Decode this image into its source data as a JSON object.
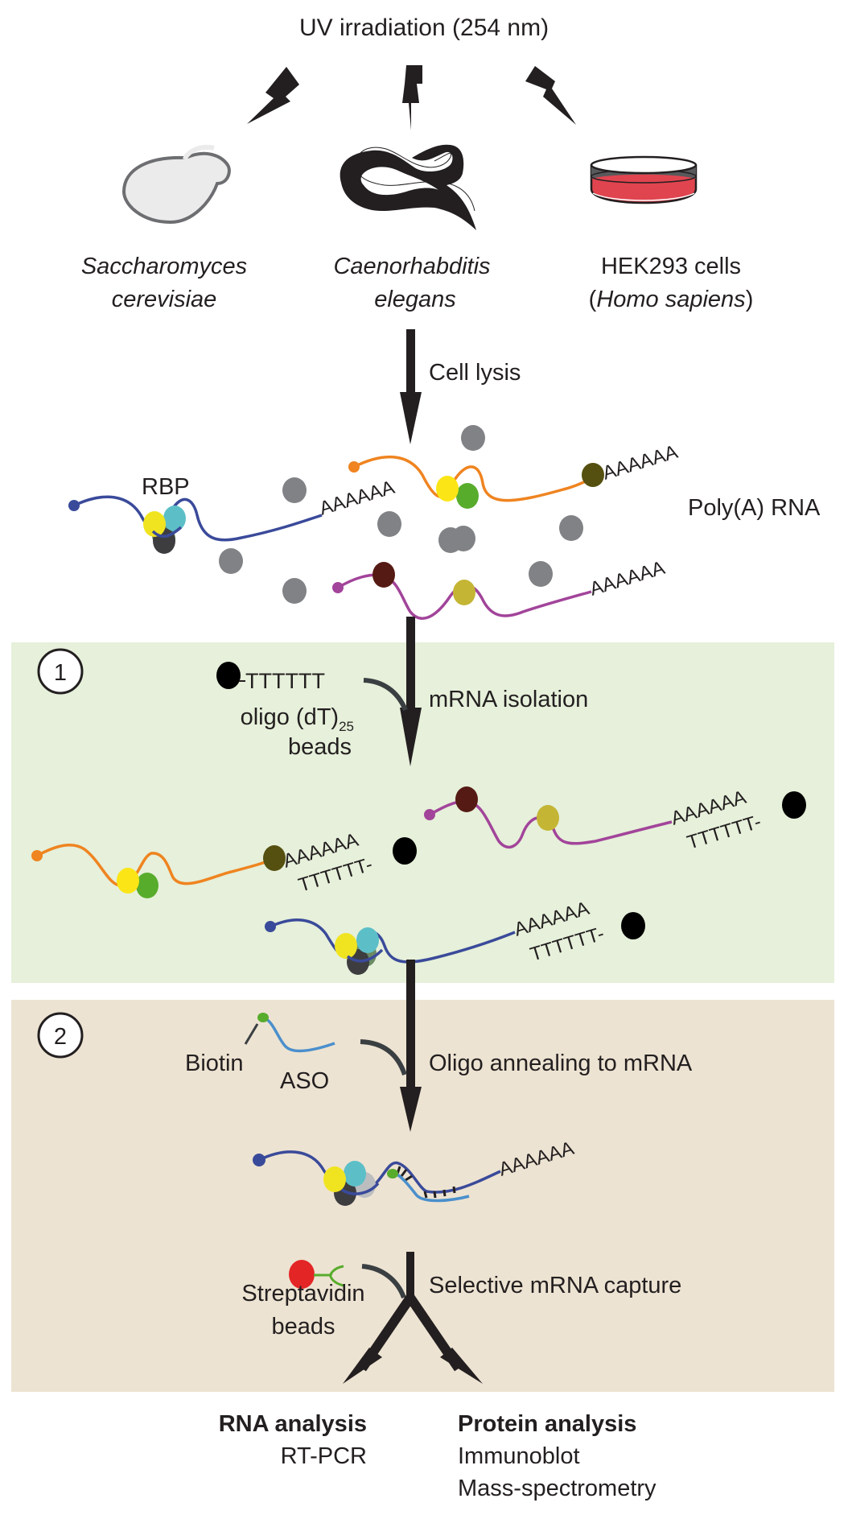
{
  "title": "UV irradiation (254 nm)",
  "organisms": [
    {
      "id": "yeast",
      "name_line1": "Saccharomyces",
      "name_line2": "cerevisiae",
      "icon": "yeast-cell-icon"
    },
    {
      "id": "worm",
      "name_line1": "Caenorhabditis",
      "name_line2": "elegans",
      "icon": "worm-icon"
    },
    {
      "id": "human",
      "name_line1": "HEK293 cells",
      "name_line2_open": "(",
      "name_line2_italic": "Homo sapiens",
      "name_line2_close": ")",
      "icon": "petri-dish-icon"
    }
  ],
  "steps": {
    "lysis": "Cell lysis",
    "lysate": {
      "rbp_label": "RBP",
      "rna_label": "Poly(A) RNA",
      "polyA": "AAAAAA"
    },
    "step1": {
      "number": "1",
      "bead_oligo": "TTTTTT",
      "reagent_line1": "oligo (dT)",
      "reagent_sub": "25",
      "reagent_line2": "beads",
      "action": "mRNA isolation",
      "polyA": "AAAAAA",
      "oligoT": "TTTTTT-"
    },
    "step2": {
      "number": "2",
      "biotin_label": "Biotin",
      "aso_label": "ASO",
      "action": "Oligo annealing to mRNA",
      "polyA": "AAAAAA",
      "capture_reagent_line1": "Streptavidin",
      "capture_reagent_line2": "beads",
      "capture_action": "Selective mRNA capture"
    }
  },
  "outcomes": {
    "rna": {
      "title": "RNA analysis",
      "methods": [
        "RT-PCR"
      ]
    },
    "protein": {
      "title": "Protein analysis",
      "methods": [
        "Immunoblot",
        "Mass-spectrometry"
      ]
    }
  },
  "colors": {
    "step1_bg": "#e6f0da",
    "step2_bg": "#ede3d2",
    "rna_blue": "#3a4a9a",
    "rna_orange": "#ef8420",
    "rna_purple": "#a2449a",
    "aso_blue": "#4a8fcc",
    "biotin_green": "#58ac2c",
    "streptavidin_red": "#e32526",
    "protein_yellow": "#f0e421",
    "protein_cyan": "#5cbfc8",
    "protein_grey": "#808285",
    "arrow": "#231f20"
  }
}
